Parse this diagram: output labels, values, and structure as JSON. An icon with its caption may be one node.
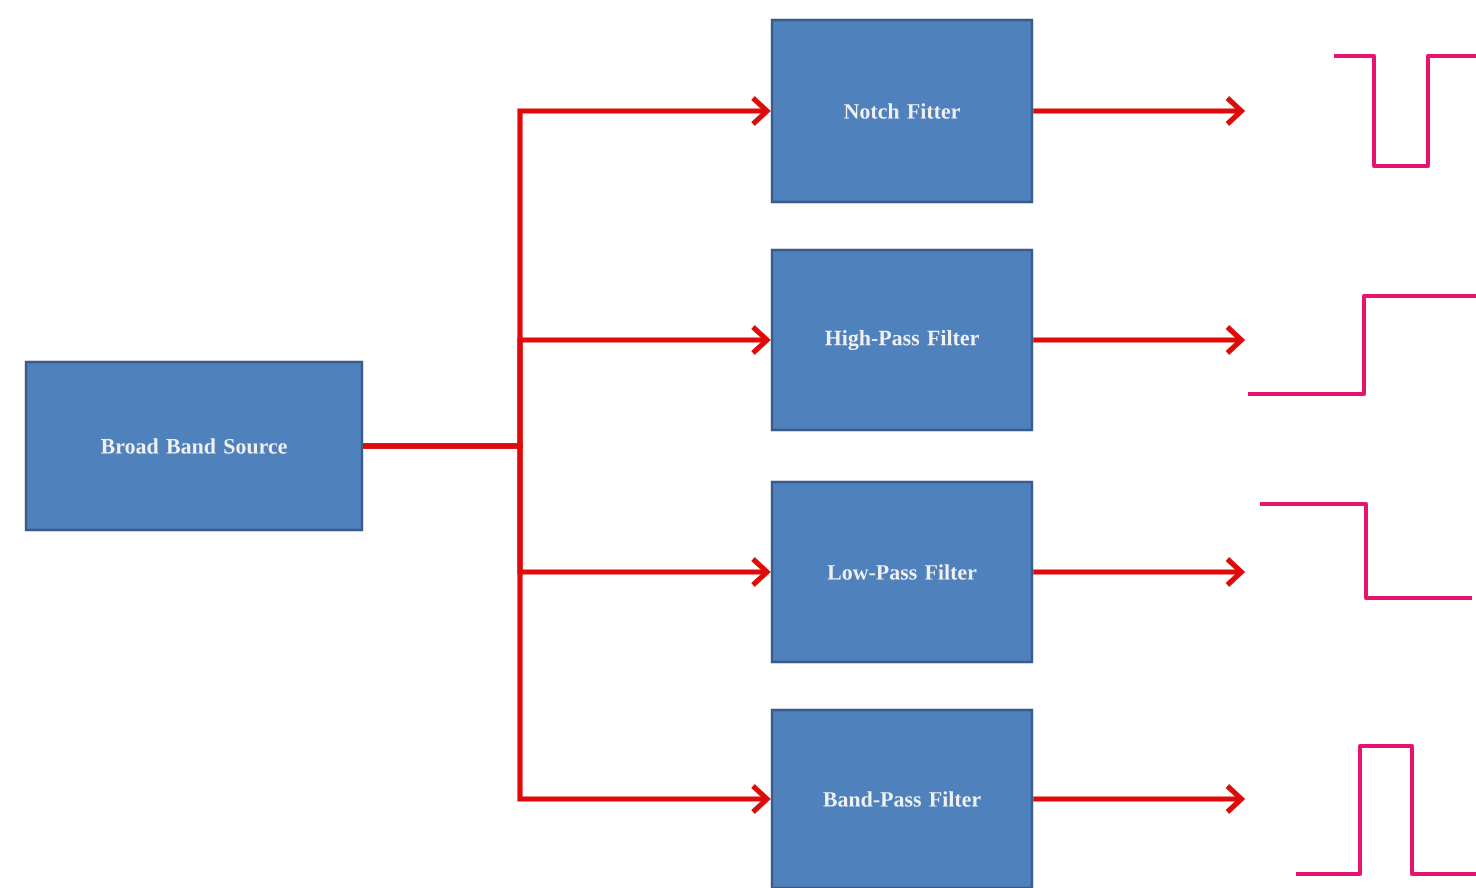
{
  "diagram": {
    "nodes": [
      {
        "text": [
          "Broad Band Source"
        ]
      },
      {
        "text": [
          "Notch Fitter"
        ]
      },
      {
        "text": [
          "High-Pass Filter"
        ]
      },
      {
        "text": [
          "Low-Pass Filter"
        ]
      },
      {
        "text": [
          "Band-Pass Filter"
        ]
      },
      {
        "text": [],
        "shape": "picture"
      },
      {
        "text": [],
        "shape": "picture"
      },
      {
        "text": [],
        "shape": "picture"
      },
      {
        "text": [],
        "shape": "picture"
      }
    ],
    "edges": [
      {
        "from": 0,
        "to": 1,
        "arrow": "to"
      },
      {
        "from": 0,
        "to": 2,
        "arrow": "to"
      },
      {
        "from": 0,
        "to": 3,
        "arrow": "to"
      },
      {
        "from": 0,
        "to": 4,
        "arrow": "to"
      },
      {
        "from": 1,
        "to": 5,
        "arrow": "to"
      },
      {
        "from": 2,
        "to": 6,
        "arrow": "to"
      },
      {
        "from": 3,
        "to": 7,
        "arrow": "to"
      },
      {
        "from": 4,
        "to": 8,
        "arrow": "to"
      }
    ]
  }
}
